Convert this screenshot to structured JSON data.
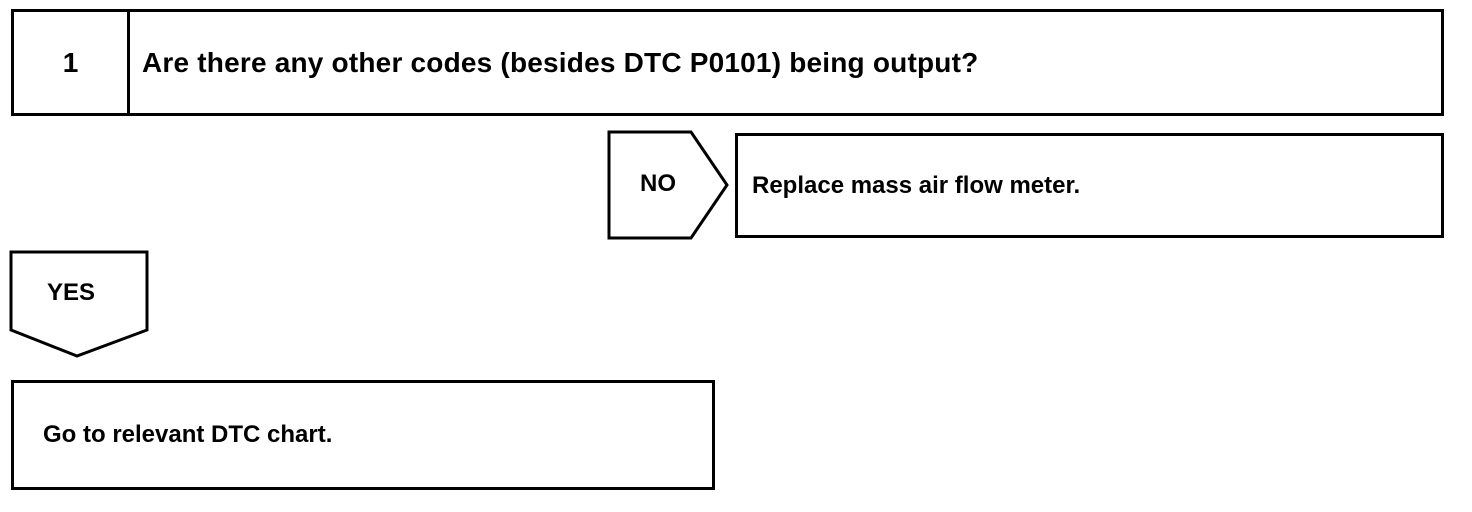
{
  "step": {
    "number": "1",
    "question": "Are there any other codes (besides DTC P0101) being output?"
  },
  "branch_no": {
    "label": "NO",
    "action": "Replace mass air flow meter."
  },
  "branch_yes": {
    "label": "YES",
    "action": "Go to relevant DTC chart."
  }
}
